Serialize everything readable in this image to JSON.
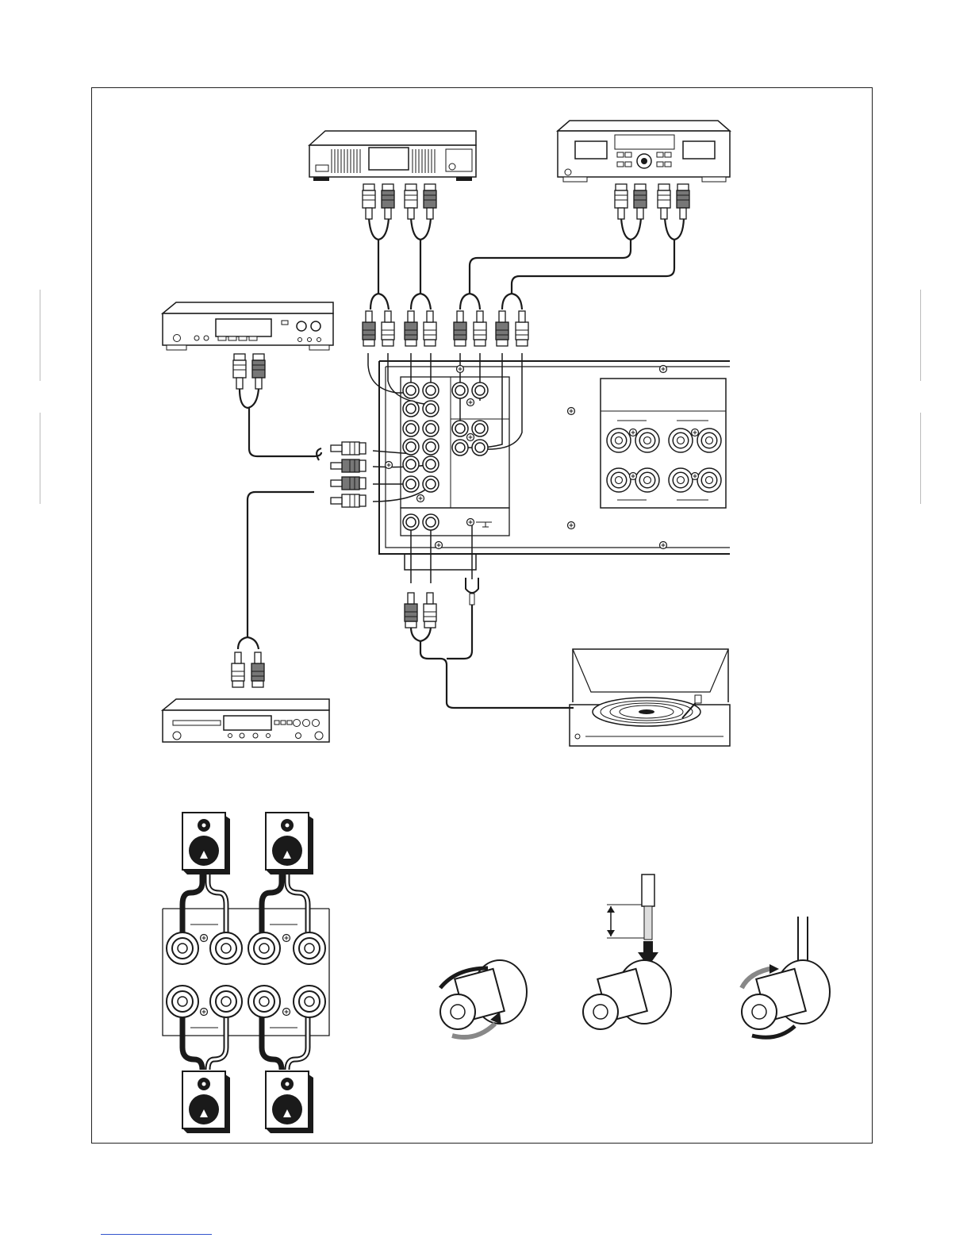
{
  "figure": {
    "kind": "connection-diagram",
    "devices": [
      {
        "name": "tuner",
        "icon": "tuner-icon"
      },
      {
        "name": "cassette-deck",
        "icon": "cassette-deck-icon"
      },
      {
        "name": "cd-player",
        "icon": "cd-player-icon"
      },
      {
        "name": "dvd-player",
        "icon": "dvd-player-icon"
      },
      {
        "name": "turntable",
        "icon": "turntable-icon"
      },
      {
        "name": "amplifier-rear-panel",
        "icon": "amplifier-panel-icon"
      },
      {
        "name": "speakers",
        "icon": "speaker-icon"
      },
      {
        "name": "speaker-terminal-steps",
        "icon": "binding-post-icon"
      }
    ],
    "colors": {
      "line": "#1a1a1a",
      "plug_dark": "#777777",
      "plug_light": "#ffffff",
      "panel": "#ffffff",
      "speaker": "#f2f2f2"
    }
  }
}
